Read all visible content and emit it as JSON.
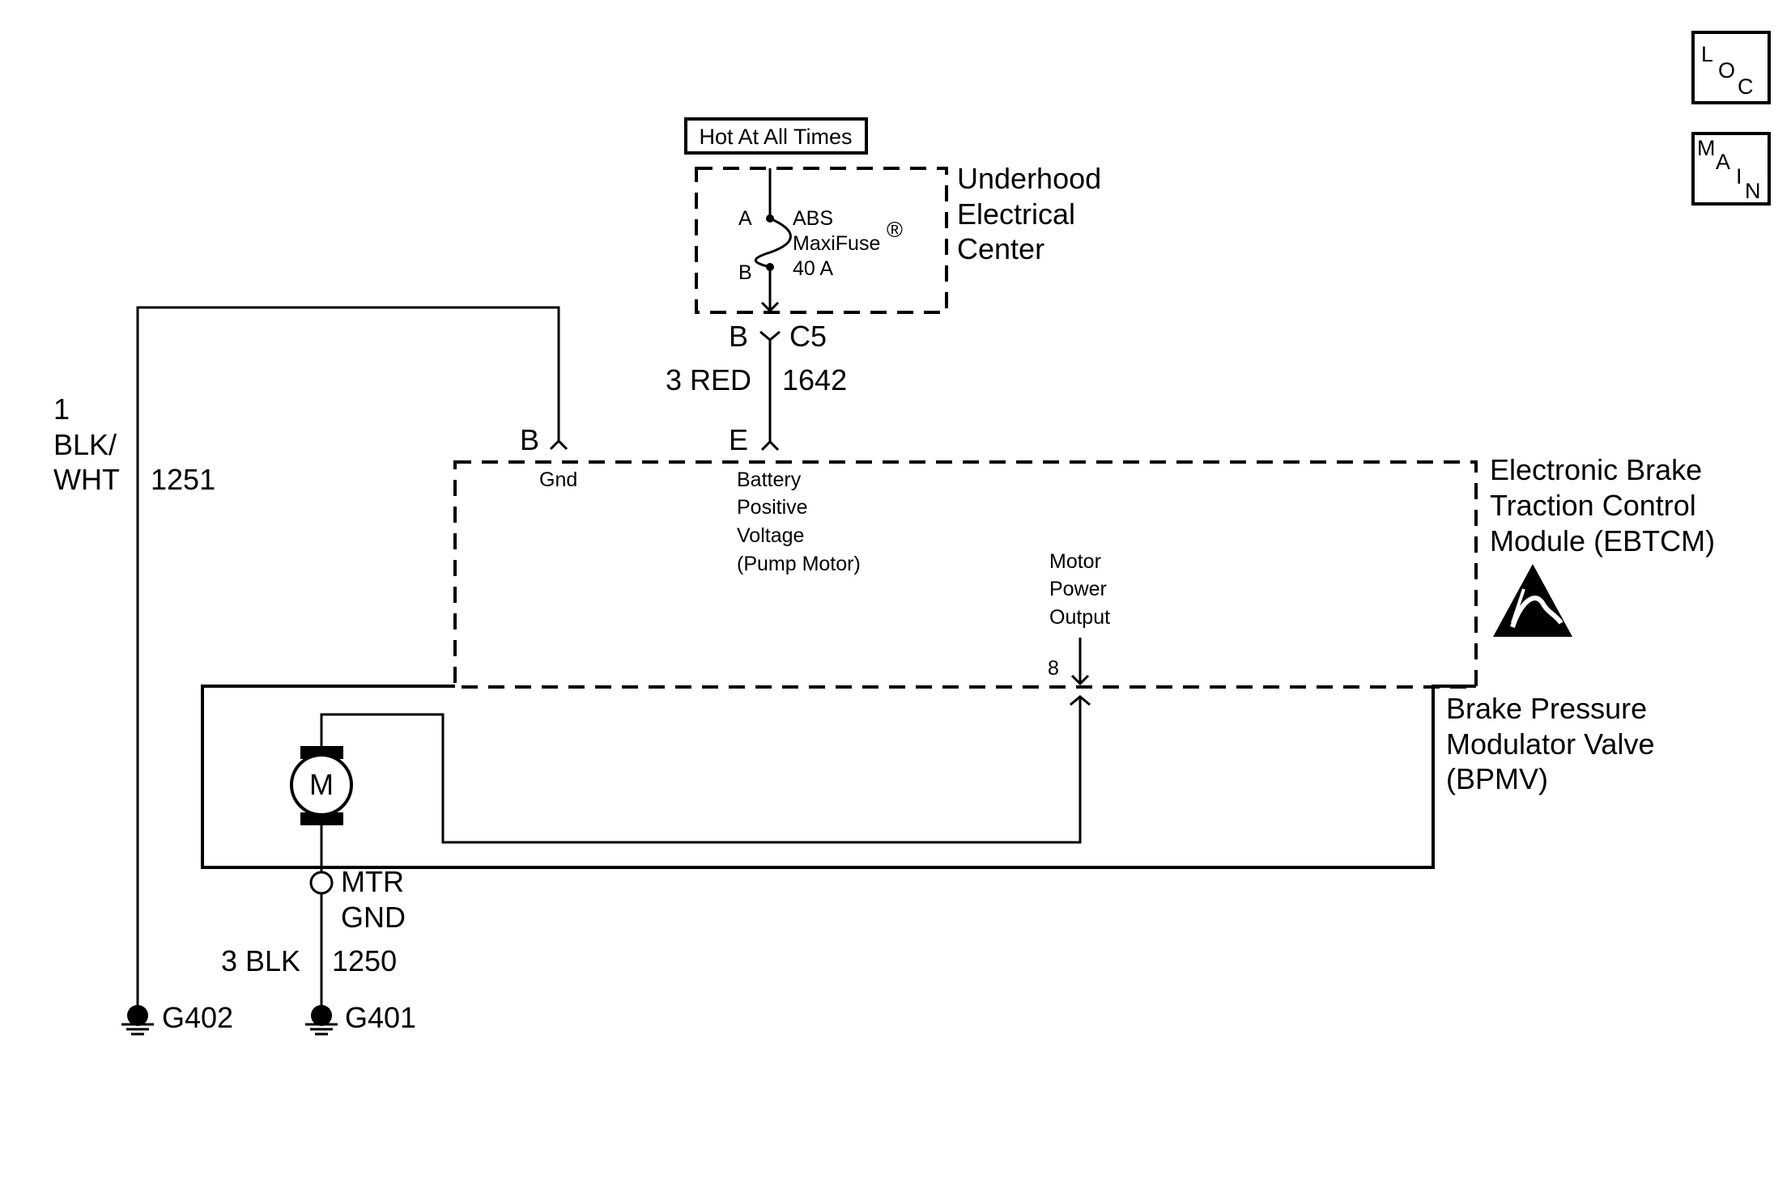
{
  "labels": {
    "hot_at_all_times": "Hot At All Times",
    "underhood_line1": "Underhood",
    "underhood_line2": "Electrical",
    "underhood_line3": "Center",
    "fuse_pin_a": "A",
    "fuse_pin_b": "B",
    "fuse_name_line1": "ABS",
    "fuse_name_line2": "MaxiFuse",
    "fuse_registered": "®",
    "fuse_rating": "40 A",
    "connector_b": "B",
    "connector_c5": "C5",
    "wire_3red": "3 RED",
    "wire_1642": "1642",
    "pin_b": "B",
    "pin_b_name": "Gnd",
    "pin_e": "E",
    "pin_e_line1": "Battery",
    "pin_e_line2": "Positive",
    "pin_e_line3": "Voltage",
    "pin_e_line4": "(Pump Motor)",
    "wire_left_line1": "1",
    "wire_left_line2": "BLK/",
    "wire_left_line3": "WHT",
    "wire_1251": "1251",
    "ebtcm_line1": "Electronic Brake",
    "ebtcm_line2": "Traction Control",
    "ebtcm_line3": "Module (EBTCM)",
    "motor_out_line1": "Motor",
    "motor_out_line2": "Power",
    "motor_out_line3": "Output",
    "pin_8": "8",
    "bpmv_line1": "Brake Pressure",
    "bpmv_line2": "Modulator Valve",
    "bpmv_line3": "(BPMV)",
    "motor_symbol": "M",
    "mtr_line1": "MTR",
    "mtr_line2": "GND",
    "wire_3blk": "3 BLK",
    "wire_1250": "1250",
    "ground_g402": "G402",
    "ground_g401": "G401",
    "nav_loc_l": "L",
    "nav_loc_o": "O",
    "nav_loc_c": "C",
    "nav_main_m": "M",
    "nav_main_a": "A",
    "nav_main_i": "I",
    "nav_main_n": "N"
  },
  "icons": {
    "esd": "esd-sensitive-warning-icon",
    "motor": "motor-icon",
    "fuse": "fuse-icon",
    "ground": "ground-icon"
  },
  "colors": {
    "line": "#000000",
    "background": "#ffffff"
  }
}
